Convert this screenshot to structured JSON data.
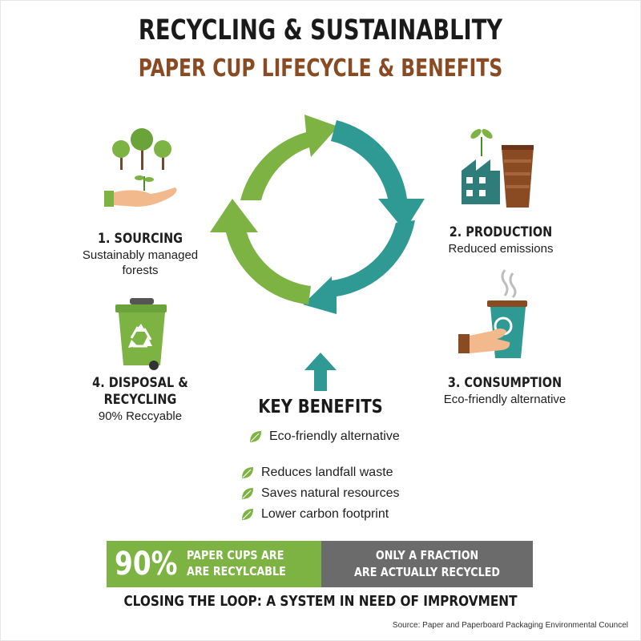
{
  "title": "RECYCLING & SUSTAINABLITY",
  "subtitle": "PAPER CUP LIFECYCLE & BENEFITS",
  "stages": [
    {
      "name": "1. SOURCING",
      "desc_line1": "Sustainably managed",
      "desc_line2": "forests",
      "icon": "trees-hand-icon"
    },
    {
      "name": "2. PRODUCTION",
      "desc_line1": "Reduced emissions",
      "icon": "factory-cups-icon"
    },
    {
      "name": "3. CONSUMPTION",
      "desc_line1": "Eco-friendly alternative",
      "icon": "hand-coffee-cup-icon"
    },
    {
      "name_line1": "4. DISPOSAL &",
      "name_line2": "RECYCLING",
      "desc_line1": "90% Reccyable",
      "icon": "recycling-bin-icon"
    }
  ],
  "key_benefits": {
    "title": "KEY BENEFITS",
    "items": [
      "Eco-friendly alternative",
      "Reduces landfall waste",
      "Saves natural resources",
      "Lower carbon footprint"
    ]
  },
  "banner": {
    "percent": "90%",
    "left_line1": "PAPER CUPS ARE",
    "left_line2": "ARE RECYLCABLE",
    "right_line1": "ONLY A FRACTION",
    "right_line2": "ARE ACTUALLY RECYCLED"
  },
  "closing": "CLOSING THE LOOP: A SYSTEM IN NEED OF IMPROVMENT",
  "source": "Source: Paper and Paperboard Packaging Environmental Councel",
  "colors": {
    "green": "#7cb342",
    "teal": "#2e9a93",
    "brown": "#8a4a22",
    "gray": "#6b6b6b",
    "dark": "#1a1a1a"
  }
}
